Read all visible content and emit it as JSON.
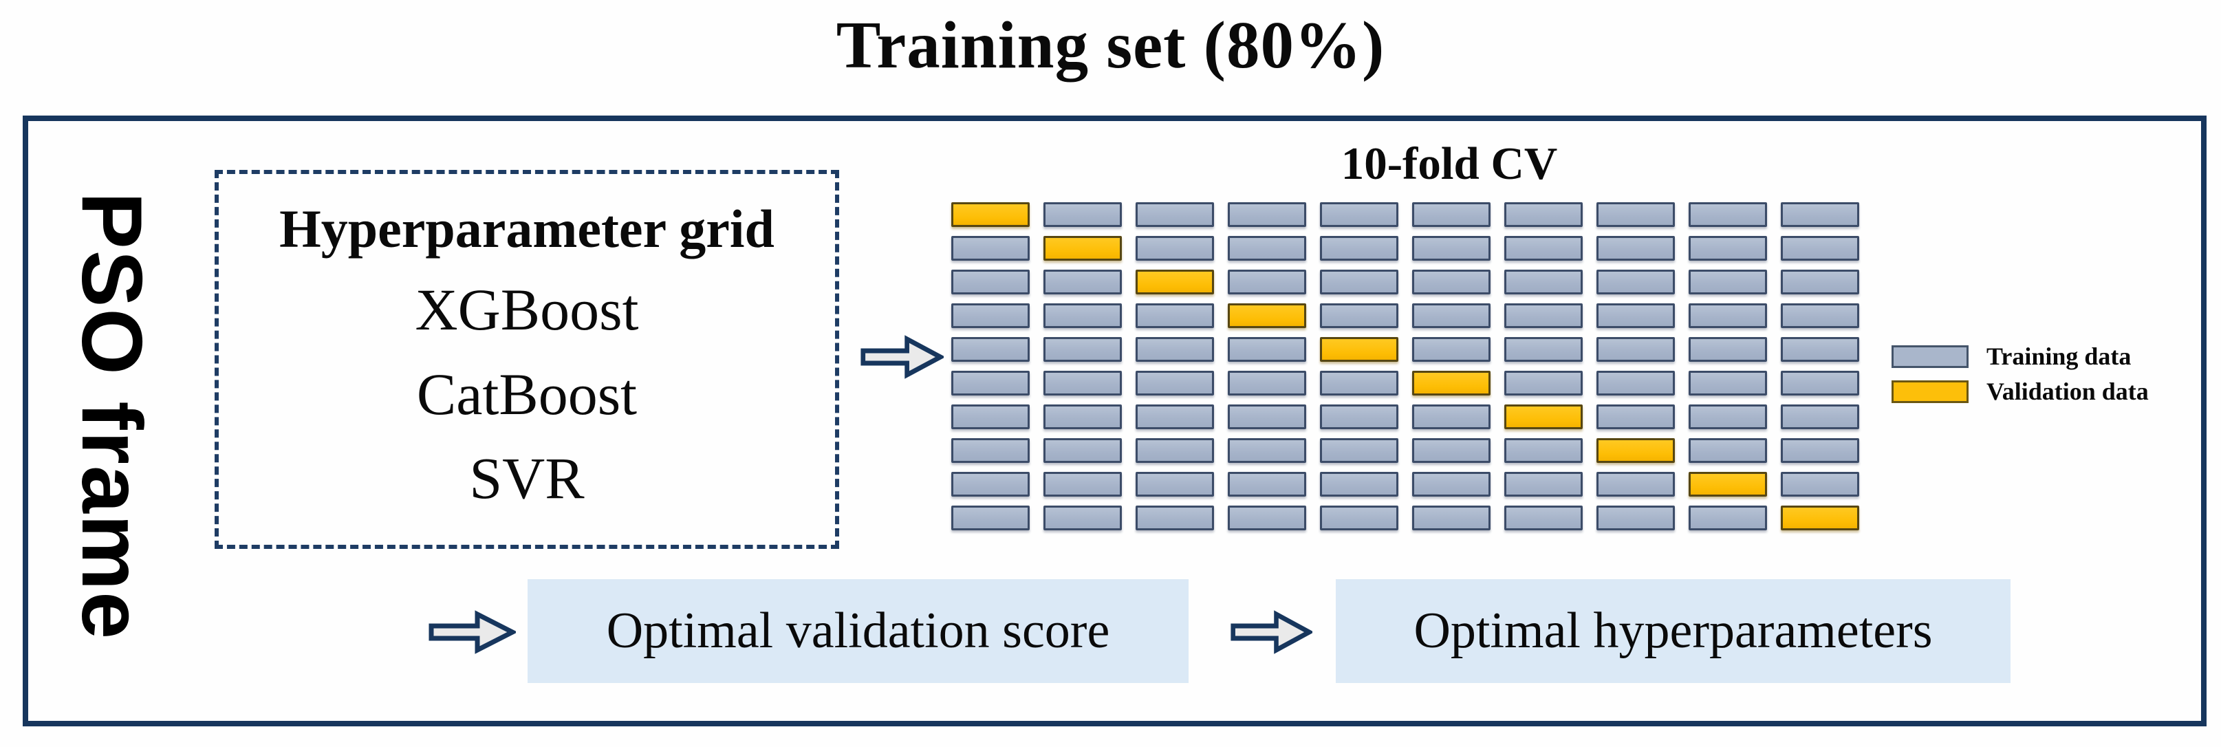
{
  "title": "Training set (80%)",
  "pso_frame_label": "PSO frame",
  "hyperparameter_box": {
    "heading": "Hyperparameter grid",
    "models": [
      "XGBoost",
      "CatBoost",
      "SVR"
    ]
  },
  "cv_grid": {
    "title": "10-fold CV",
    "rows": 10,
    "cols": 10,
    "pattern": "diagonal-validation",
    "description": "10x10 grid of data blocks; in fold i the i-th block is validation data, all others training data"
  },
  "legend": {
    "items": [
      {
        "label": "Training data",
        "color": "#a9b6cb",
        "border": "#44546a"
      },
      {
        "label": "Validation data",
        "color": "#fdbf0a",
        "border": "#6b5712"
      }
    ]
  },
  "flow_outputs": [
    {
      "label": "Optimal validation score"
    },
    {
      "label": "Optimal hyperparameters"
    }
  ],
  "colors": {
    "frame_border": "#17365d",
    "dashed_border": "#1e3c64",
    "training_cell": "#a9b6cb",
    "validation_cell": "#fdbf0a",
    "output_box_fill": "#dbe9f6",
    "arrow_fill": "#eaeaea",
    "arrow_outline": "#17365d"
  }
}
